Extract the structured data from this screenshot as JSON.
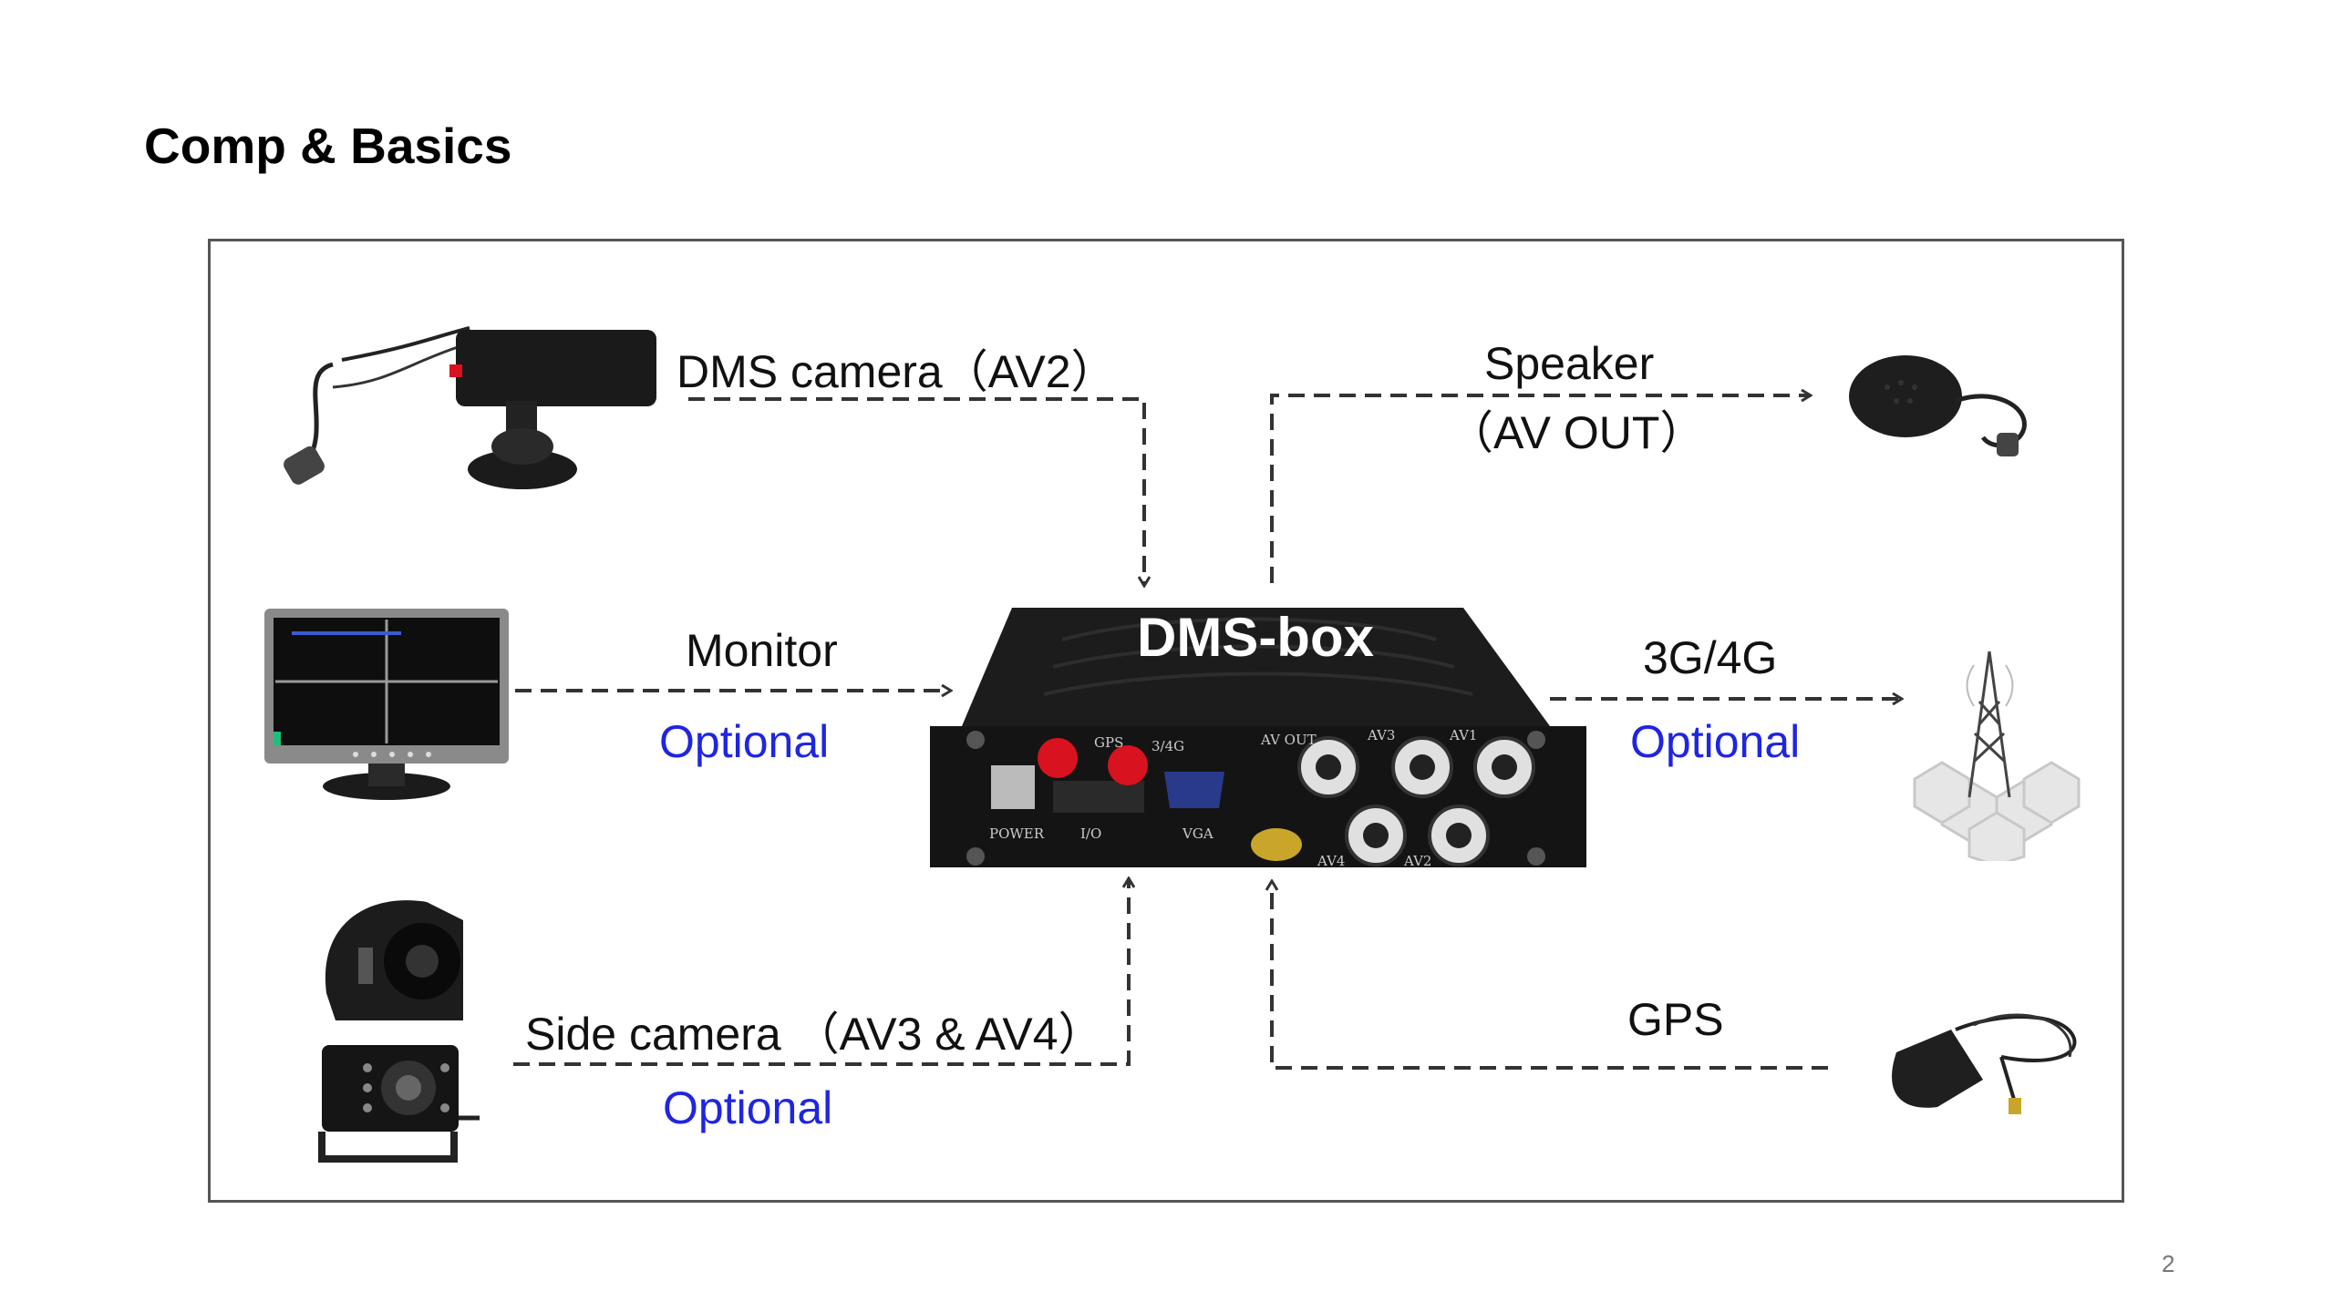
{
  "slide": {
    "title": "Comp & Basics",
    "page_number": "2"
  },
  "diagram": {
    "center": {
      "label": "DMS-box",
      "panel": {
        "gps": "GPS",
        "net": "3/4G",
        "av_out": "AV OUT",
        "av3": "AV3",
        "av1": "AV1",
        "power": "POWER",
        "io": "I/O",
        "vga": "VGA",
        "av4": "AV4",
        "av2": "AV2"
      }
    },
    "dms_camera": {
      "label": "DMS camera（AV2）"
    },
    "monitor": {
      "label": "Monitor",
      "optional": "Optional"
    },
    "side_camera": {
      "label": "Side camera （AV3 & AV4）",
      "optional": "Optional"
    },
    "speaker": {
      "label": "Speaker",
      "sublabel": "（AV OUT）"
    },
    "network": {
      "label": "3G/4G",
      "optional": "Optional"
    },
    "gps": {
      "label": "GPS"
    }
  },
  "colors": {
    "optional_text": "#1f25e0",
    "arrow": "#333333",
    "box": "#151515",
    "connector_red": "#d8121e"
  }
}
